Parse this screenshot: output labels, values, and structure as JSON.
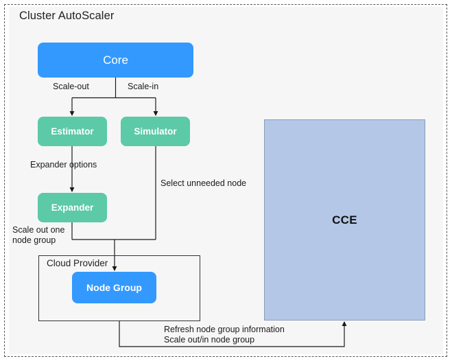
{
  "diagram": {
    "title": "Cluster AutoScaler",
    "nodes": {
      "core": "Core",
      "estimator": "Estimator",
      "simulator": "Simulator",
      "expander": "Expander",
      "cloud_provider": "Cloud Provider",
      "node_group": "Node Group",
      "cce": "CCE"
    },
    "edge_labels": {
      "scale_out": "Scale-out",
      "scale_in": "Scale-in",
      "expander_options": "Expander options",
      "select_unneeded_node": "Select unneeded node",
      "scale_out_one_node_group": "Scale out one\nnode group",
      "refresh_and_scale": "Refresh node group information\nScale out/in node group"
    },
    "colors": {
      "blue": "#3399ff",
      "green": "#5cc9a7",
      "cce_fill": "#b4c7e7",
      "panel_bg": "#f6f6f6",
      "line": "#1a1a1a"
    }
  }
}
